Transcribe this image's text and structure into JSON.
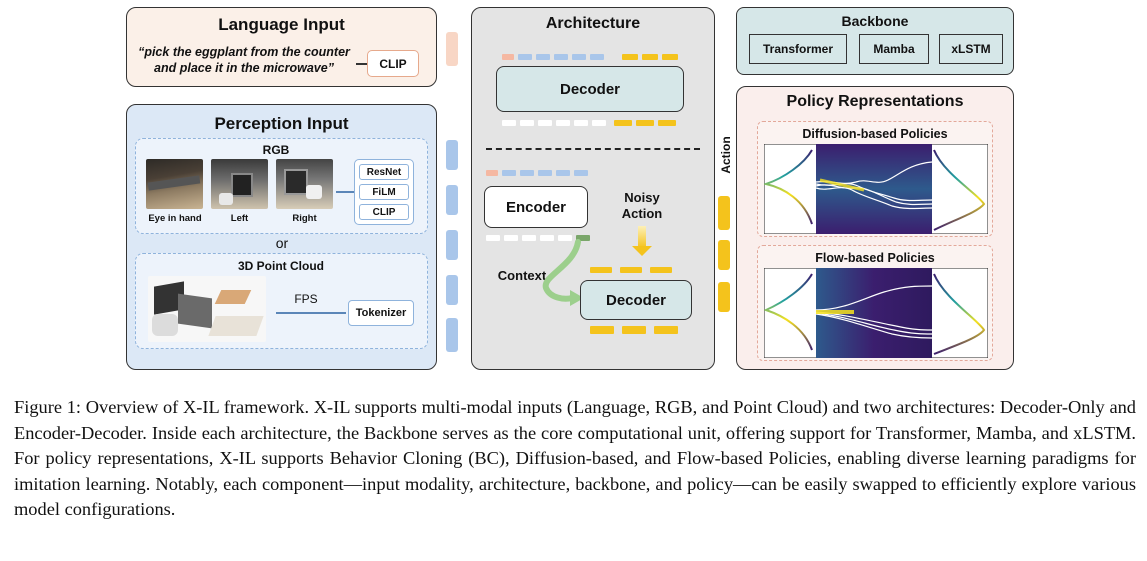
{
  "language_input": {
    "title": "Language Input",
    "instruction_line1": "“pick the eggplant from the counter",
    "instruction_line2": "and place it in the microwave”",
    "encoder": "CLIP"
  },
  "perception_input": {
    "title": "Perception Input",
    "rgb_title": "RGB",
    "cameras": [
      "Eye in hand",
      "Left",
      "Right"
    ],
    "rgb_encoders": [
      "ResNet",
      "FiLM",
      "CLIP"
    ],
    "or_label": "or",
    "pointcloud_title": "3D Point Cloud",
    "fps_label": "FPS",
    "tokenizer": "Tokenizer"
  },
  "architecture": {
    "title": "Architecture",
    "decoder_only": "Decoder",
    "encoder": "Encoder",
    "decoder": "Decoder",
    "noisy_action": "Noisy\nAction",
    "context": "Context",
    "action_label": "Action"
  },
  "backbone": {
    "title": "Backbone",
    "options": [
      "Transformer",
      "Mamba",
      "xLSTM"
    ]
  },
  "policy": {
    "title": "Policy Representations",
    "diffusion": "Diffusion-based Policies",
    "flow": "Flow-based Policies"
  },
  "colors": {
    "language_bg": "#fbf0e8",
    "perception_bg": "#dce8f6",
    "architecture_bg": "#e4e4e4",
    "backbone_bg": "#d6e7e8",
    "policy_bg": "#faeeec",
    "token_blue": "#a9c6ea",
    "token_yellow": "#f4c31c",
    "token_salmon": "#f5b8a2",
    "token_green": "#7aa66a",
    "density_dark": "#3b1e6e"
  },
  "caption": "Figure 1: Overview of X-IL framework. X-IL supports multi-modal inputs (Language, RGB, and Point Cloud) and two architectures: Decoder-Only and Encoder-Decoder. Inside each architecture, the Backbone serves as the core computational unit, offering support for Transformer, Mamba, and xLSTM. For policy representations, X-IL supports Behavior Cloning (BC), Diffusion-based, and Flow-based Policies, enabling diverse learning paradigms for imitation learning. Notably, each component—input modality, architecture, backbone, and policy—can be easily swapped to efficiently explore various model configurations."
}
